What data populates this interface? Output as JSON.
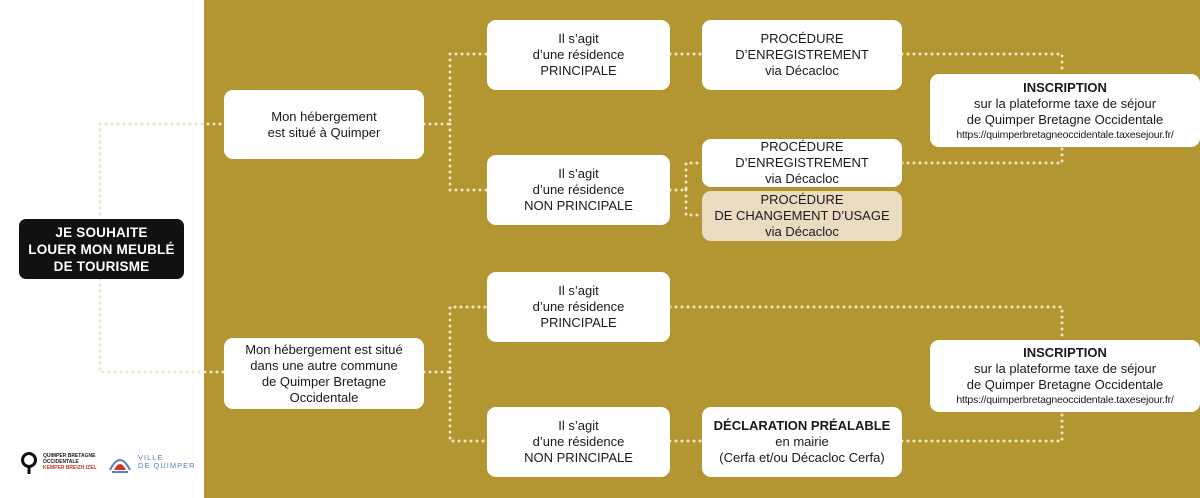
{
  "colors": {
    "panel": "#b39531",
    "dots": "#f0e6c0",
    "box": "#ffffff",
    "highlight_box": "#e9dcc0",
    "start_box": "#111111",
    "logo_red": "#c8352a",
    "logo_blue": "#5a7fb5"
  },
  "start": {
    "lines": [
      "JE SOUHAITE",
      "LOUER MON MEUBLÉ",
      "DE TOURISME"
    ]
  },
  "branch_quimper": {
    "location": {
      "lines": [
        "Mon hébergement",
        "est situé à Quimper"
      ]
    },
    "principal": {
      "lines": [
        "Il s’agit",
        "d’une résidence",
        "PRINCIPALE"
      ]
    },
    "non_principal": {
      "lines": [
        "Il s’agit",
        "d’une résidence",
        "NON PRINCIPALE"
      ]
    },
    "registration_1": {
      "lines": [
        "PROCÉDURE",
        "D’ENREGISTREMENT",
        "via Décacloc"
      ]
    },
    "registration_2": {
      "lines": [
        "PROCÉDURE",
        "D’ENREGISTREMENT",
        "via Décacloc"
      ]
    },
    "usage_change": {
      "lines": [
        "PROCÉDURE",
        "DE CHANGEMENT D’USAGE",
        "via Décacloc"
      ]
    },
    "inscription": {
      "lines": [
        "INSCRIPTION",
        "sur la plateforme taxe de séjour",
        "de Quimper Bretagne Occidentale"
      ],
      "url": "https://quimperbretagneoccidentale.taxesejour.fr/"
    }
  },
  "branch_other": {
    "location": {
      "lines": [
        "Mon hébergement est situé",
        "dans une autre commune",
        "de Quimper Bretagne",
        "Occidentale"
      ]
    },
    "principal": {
      "lines": [
        "Il s’agit",
        "d’une résidence",
        "PRINCIPALE"
      ]
    },
    "non_principal": {
      "lines": [
        "Il s’agit",
        "d’une résidence",
        "NON PRINCIPALE"
      ]
    },
    "declaration": {
      "lines": [
        "DÉCLARATION PRÉALABLE",
        "en mairie",
        "(Cerfa et/ou Décacloc Cerfa)"
      ]
    },
    "inscription": {
      "lines": [
        "INSCRIPTION",
        "sur la plateforme taxe de séjour",
        "de Quimper Bretagne Occidentale"
      ],
      "url": "https://quimperbretagneoccidentale.taxesejour.fr/"
    }
  },
  "logos": {
    "qbo": {
      "lines": [
        "QUIMPER BRETAGNE",
        "OCCIDENTALE",
        "KEMPER BREIZH IZEL"
      ]
    },
    "ville": {
      "lines": [
        "VILLE",
        "DE QUIMPER"
      ]
    }
  }
}
